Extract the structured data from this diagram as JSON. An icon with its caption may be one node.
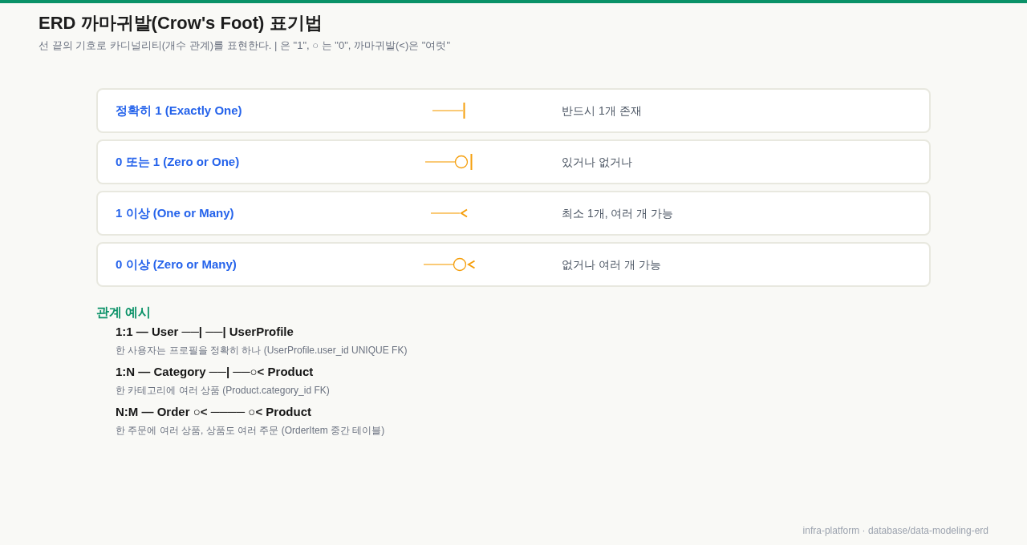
{
  "diagram": {
    "title": "ERD 까마귀발(Crow's Foot) 표기법",
    "caption": "선 끝의 기호로 카디널리티(개수 관계)를 표현한다. | 은 \"1\", ○ 는 \"0\", 까마귀발(<)은 \"여럿\"",
    "nodes": [
      {
        "text": [
          "정확히 1 (Exactly One)",
          "반드시 1개 존재"
        ]
      },
      {
        "text": [
          "0 또는 1 (Zero or One)",
          "있거나 없거나"
        ]
      },
      {
        "text": [
          "1 이상 (One or Many)",
          "최소 1개, 여러 개 가능"
        ]
      },
      {
        "text": [
          "0 이상 (Zero or Many)",
          "없거나 여러 개 가능"
        ]
      }
    ],
    "labels": [
      "관계 예시",
      "1:1 — User ──| ──| UserProfile",
      "한 사용자는 프로필을 정확히 하나 (UserProfile.user_id UNIQUE FK)",
      "1:N — Category ──| ──○< Product",
      "한 카테고리에 여러 상품 (Product.category_id FK)",
      "N:M — Order ○< ──── ○< Product",
      "한 주문에 여러 상품, 상품도 여러 주문 (OrderItem 중간 테이블)",
      "infra-platform · database/data-modeling-erd"
    ]
  }
}
